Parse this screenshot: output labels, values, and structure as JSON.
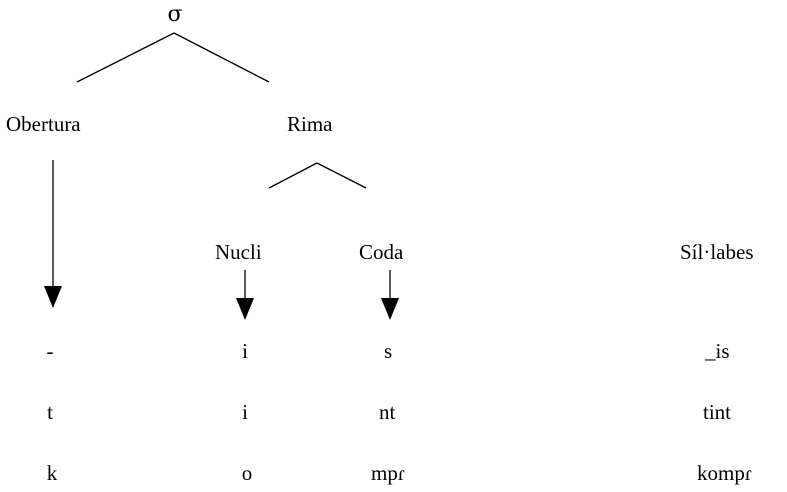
{
  "tree": {
    "root": "σ",
    "onset": "Obertura",
    "rime": "Rima",
    "nucleus": "Nucli",
    "coda": "Coda"
  },
  "syllables_header": "Síl·labes",
  "rows": [
    {
      "onset": "-",
      "nucleus": "i",
      "coda": "s",
      "syllable": "_is"
    },
    {
      "onset": "t",
      "nucleus": "i",
      "coda": "nt",
      "syllable": "tint"
    },
    {
      "onset": "k",
      "nucleus": "o",
      "coda": "mpɾ",
      "syllable": "kompɾ"
    }
  ]
}
